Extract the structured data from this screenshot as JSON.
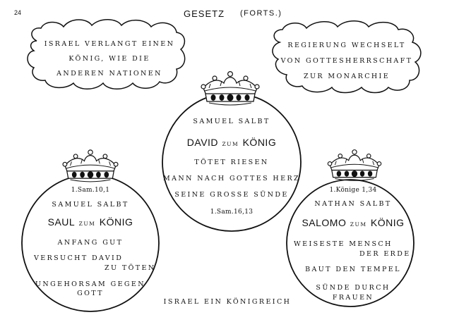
{
  "page_number": "24",
  "header": {
    "title": "GESETZ",
    "subtitle": "(FORTS.)"
  },
  "cloud_left": {
    "lines": [
      "ISRAEL VERLANGT EINEN",
      "KÖNIG, WIE DIE",
      "ANDEREN NATIONEN"
    ]
  },
  "cloud_right": {
    "lines": [
      "REGIERUNG WECHSELT",
      "VON GOTTESHERRSCHAFT",
      "ZUR MONARCHIE"
    ]
  },
  "david": {
    "anointer": "SAMUEL SALBT",
    "name": "DAVID",
    "connector": "ZUM",
    "title": "KÖNIG",
    "lines": [
      "TÖTET RIESEN",
      "MANN NACH GOTTES HERZ",
      "SEINE GROSSE SÜNDE"
    ],
    "reference": "1.Sam.16,13"
  },
  "saul": {
    "reference": "1.Sam.10,1",
    "anointer": "SAMUEL SALBT",
    "name": "SAUL",
    "connector": "ZUM",
    "title": "KÖNIG",
    "line1": "ANFANG GUT",
    "line2a": "VERSUCHT DAVID",
    "line2b": "ZU TÖTEN",
    "line3a": "UNGEHORSAM GEGEN",
    "line3b": "GOTT"
  },
  "salomo": {
    "reference": "1.Könige 1,34",
    "anointer": "NATHAN SALBT",
    "name": "SALOMO",
    "connector": "ZUM",
    "title": "KÖNIG",
    "line1a": "WEISESTE MENSCH",
    "line1b": "DER ERDE",
    "line2": "BAUT DEN TEMPEL",
    "line3a": "SÜNDE DURCH",
    "line3b": "FRAUEN"
  },
  "footer": "ISRAEL EIN KÖNIGREICH"
}
